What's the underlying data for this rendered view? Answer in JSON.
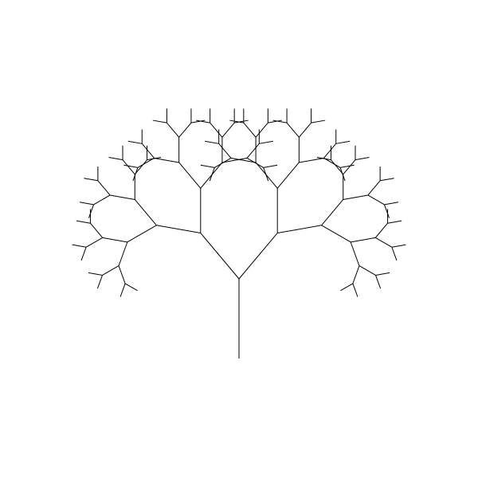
{
  "canvas": {
    "background": "#ffffff"
  },
  "tree": {
    "type": "fractal-binary-tree",
    "stroke_color": "#000000",
    "recursion_depth": 6,
    "trunk_angle_deg": 90,
    "branch_angle_deg": 40,
    "length_ratio": 0.75
  }
}
